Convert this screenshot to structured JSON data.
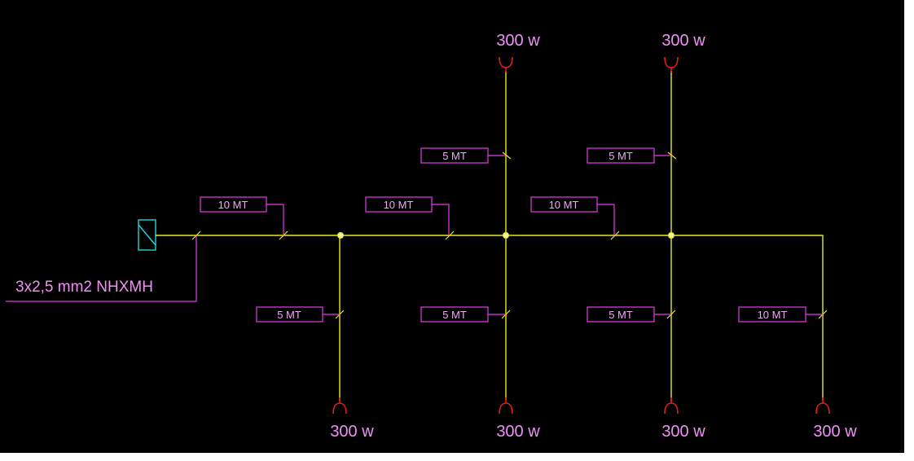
{
  "diagram": {
    "cable_label": "3x2,5 mm2 NHXMH",
    "lamp_top_1": "300 w",
    "lamp_top_2": "300 w",
    "lamp_bottom_1": "300 w",
    "lamp_bottom_2": "300 w",
    "lamp_bottom_3": "300 w",
    "lamp_bottom_4": "300 w",
    "seg_main_1": "10 MT",
    "seg_main_2": "10 MT",
    "seg_main_3": "10 MT",
    "seg_up_1": "5 MT",
    "seg_up_2": "5 MT",
    "seg_down_1": "5 MT",
    "seg_down_2": "5 MT",
    "seg_down_3": "5 MT",
    "seg_down_4": "10 MT"
  },
  "colors": {
    "background": "#000000",
    "wire": "#e8e81e",
    "label": "#e23ce8",
    "lamp": "#e02020",
    "panel": "#20d8d8"
  },
  "icons": [
    "distribution-panel-icon",
    "lamp-icon",
    "junction-node-icon"
  ]
}
